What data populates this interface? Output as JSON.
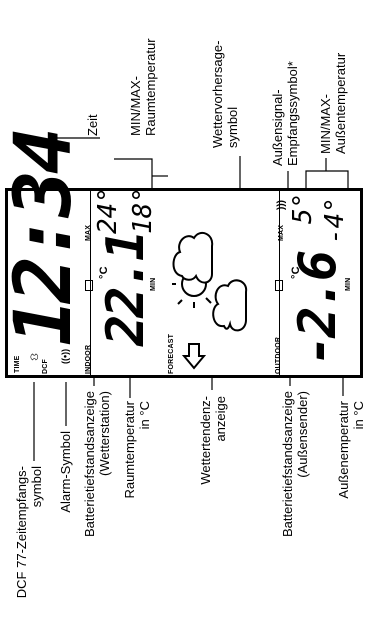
{
  "labels": {
    "time_label": "Zeit",
    "indoor_minmax": [
      "MIN/MAX-",
      "Raumtemperatur"
    ],
    "forecast_symbol": [
      "Wettervorhersage-",
      "symbol"
    ],
    "outdoor_signal": [
      "Außensignal-",
      "Empfangssymbol*"
    ],
    "outdoor_minmax": [
      "MIN/MAX-",
      "Außentemperatur"
    ],
    "dcf_symbol": [
      "DCF 77-Zeitempfangs-",
      "symbol"
    ],
    "alarm_symbol": "Alarm-Symbol",
    "battery_station": [
      "Batterietiefstandsanzeige",
      "(Wetterstation)"
    ],
    "indoor_temp": [
      "Raumtemperatur",
      "in °C"
    ],
    "trend": [
      "Wettertendenz-",
      "anzeige"
    ],
    "battery_sender": [
      "Batterietiefstandsanzeige",
      "(Außensender)"
    ],
    "outdoor_temp": [
      "Außenemperatur",
      "in °C"
    ]
  },
  "display": {
    "time": "12:34",
    "time_tag": "TIME",
    "dcf_tag": "DCF",
    "indoor_tag": "INDOOR",
    "indoor_temp": "22.1",
    "indoor_unit": "°C",
    "indoor_max_tag": "MAX",
    "indoor_max": "24°",
    "indoor_min_tag": "MIN",
    "indoor_min": "18°",
    "forecast_tag": "FORECAST",
    "outdoor_tag": "OUTDOOR",
    "outdoor_temp": "-2.6",
    "outdoor_unit": "°C",
    "outdoor_max_tag": "MAX",
    "outdoor_max": "5°",
    "outdoor_min_tag": "MIN",
    "outdoor_min": "-4°"
  }
}
